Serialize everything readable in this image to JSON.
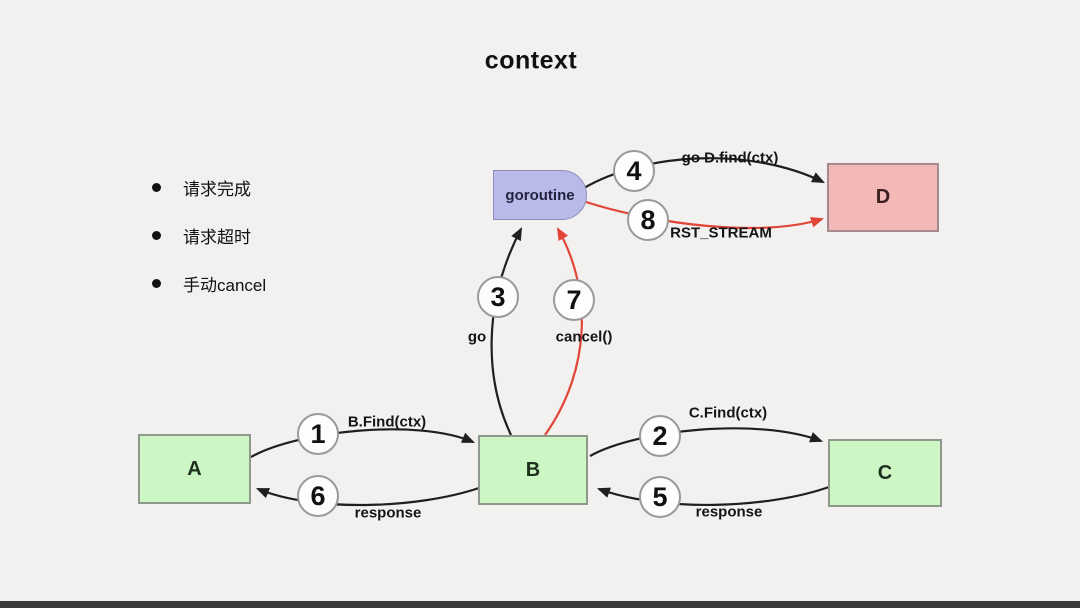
{
  "slide": {
    "title": "context"
  },
  "bullets": [
    {
      "label": "请求完成"
    },
    {
      "label": "请求超时"
    },
    {
      "label": "手动cancel"
    }
  ],
  "nodes": {
    "A": {
      "label": "A",
      "type": "service",
      "color": "#ccf6c4"
    },
    "B": {
      "label": "B",
      "type": "service",
      "color": "#ccf6c4"
    },
    "C": {
      "label": "C",
      "type": "service",
      "color": "#ccf6c4"
    },
    "D": {
      "label": "D",
      "type": "service",
      "color": "#f3b9b6"
    },
    "goroutine": {
      "label": "goroutine",
      "type": "capsule",
      "color": "#b9bae9"
    }
  },
  "edges": [
    {
      "num": "1",
      "label": "B.Find(ctx)",
      "from": "A",
      "to": "B",
      "color": "#1f1f1f"
    },
    {
      "num": "2",
      "label": "C.Find(ctx)",
      "from": "B",
      "to": "C",
      "color": "#1f1f1f"
    },
    {
      "num": "3",
      "label": "go",
      "from": "B",
      "to": "goroutine",
      "color": "#1f1f1f"
    },
    {
      "num": "4",
      "label": "go D.find(ctx)",
      "from": "goroutine",
      "to": "D",
      "color": "#1f1f1f"
    },
    {
      "num": "5",
      "label": "response",
      "from": "C",
      "to": "B",
      "color": "#1f1f1f"
    },
    {
      "num": "6",
      "label": "response",
      "from": "B",
      "to": "A",
      "color": "#1f1f1f"
    },
    {
      "num": "7",
      "label": "cancel()",
      "from": "B",
      "to": "goroutine",
      "color": "#e04537"
    },
    {
      "num": "8",
      "label": "RST_STREAM",
      "from": "goroutine",
      "to": "D",
      "color": "#e04537"
    }
  ],
  "colors": {
    "background": "#f2f1f0",
    "node_green": "#ccf6c4",
    "node_green_border": "#8e998e",
    "node_pink": "#f3b9b6",
    "node_pink_border": "#a38b8d",
    "node_purple": "#b9bae9",
    "node_purple_border": "#8d8db8",
    "arrow_black": "#1f1f1f",
    "arrow_red": "#e04537",
    "badge_border": "#9a9a9a",
    "badge_fill": "#fdfdfd",
    "text": "#151515",
    "bottom_bar": "#3a3a3a"
  }
}
